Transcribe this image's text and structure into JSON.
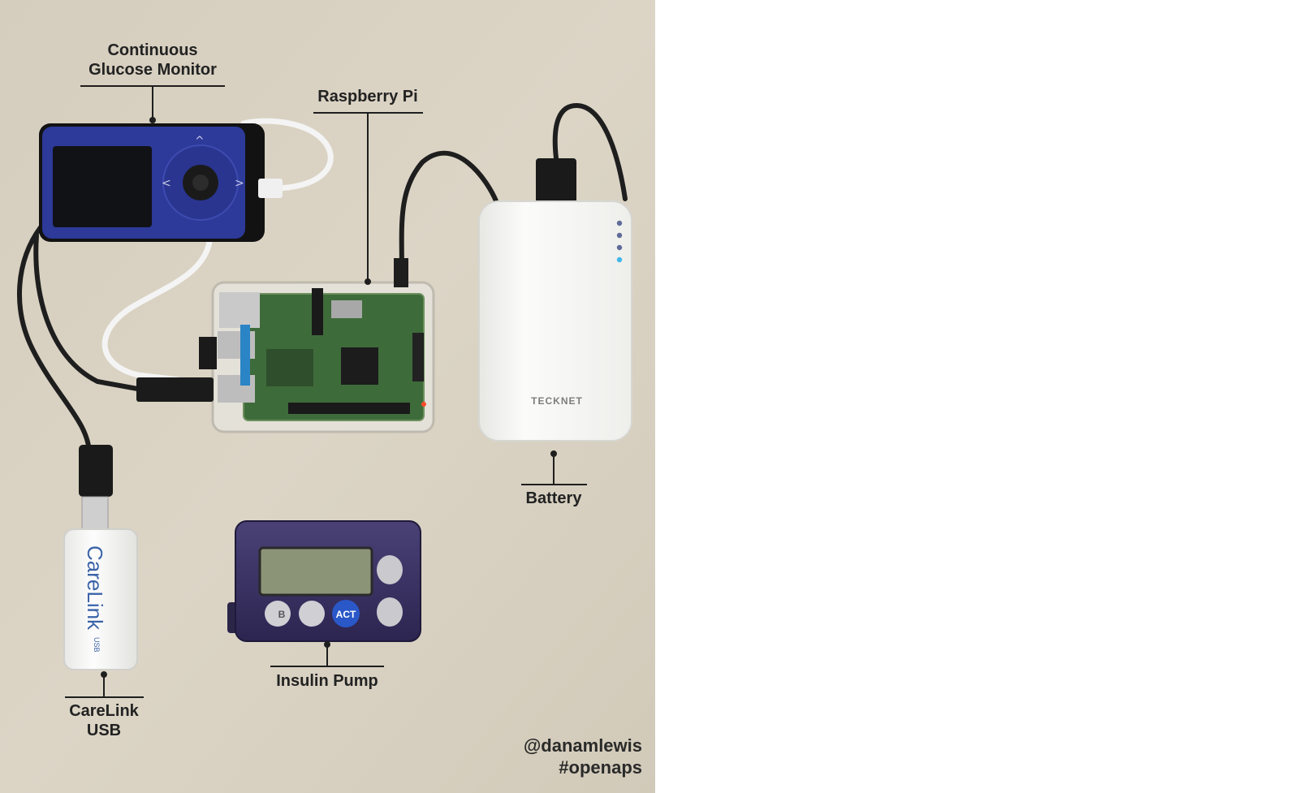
{
  "labels": {
    "cgm_line1": "Continuous",
    "cgm_line2": "Glucose Monitor",
    "raspberry_pi": "Raspberry Pi",
    "battery": "Battery",
    "insulin_pump": "Insulin Pump",
    "carelink_line1": "CareLink",
    "carelink_line2": "USB"
  },
  "device_text": {
    "battery_brand": "TECKNET",
    "usb_brand": "CareLink",
    "usb_sub": "USB",
    "pump_act": "ACT",
    "pump_b": "B"
  },
  "credit": {
    "handle": "@danamlewis",
    "hashtag": "#openaps"
  },
  "colors": {
    "background_surface": "#d8d0c0",
    "cgm_body": "#2d3a9a",
    "battery_body": "#f6f6f4",
    "pump_body": "#3b3360",
    "label_text": "#222222"
  }
}
